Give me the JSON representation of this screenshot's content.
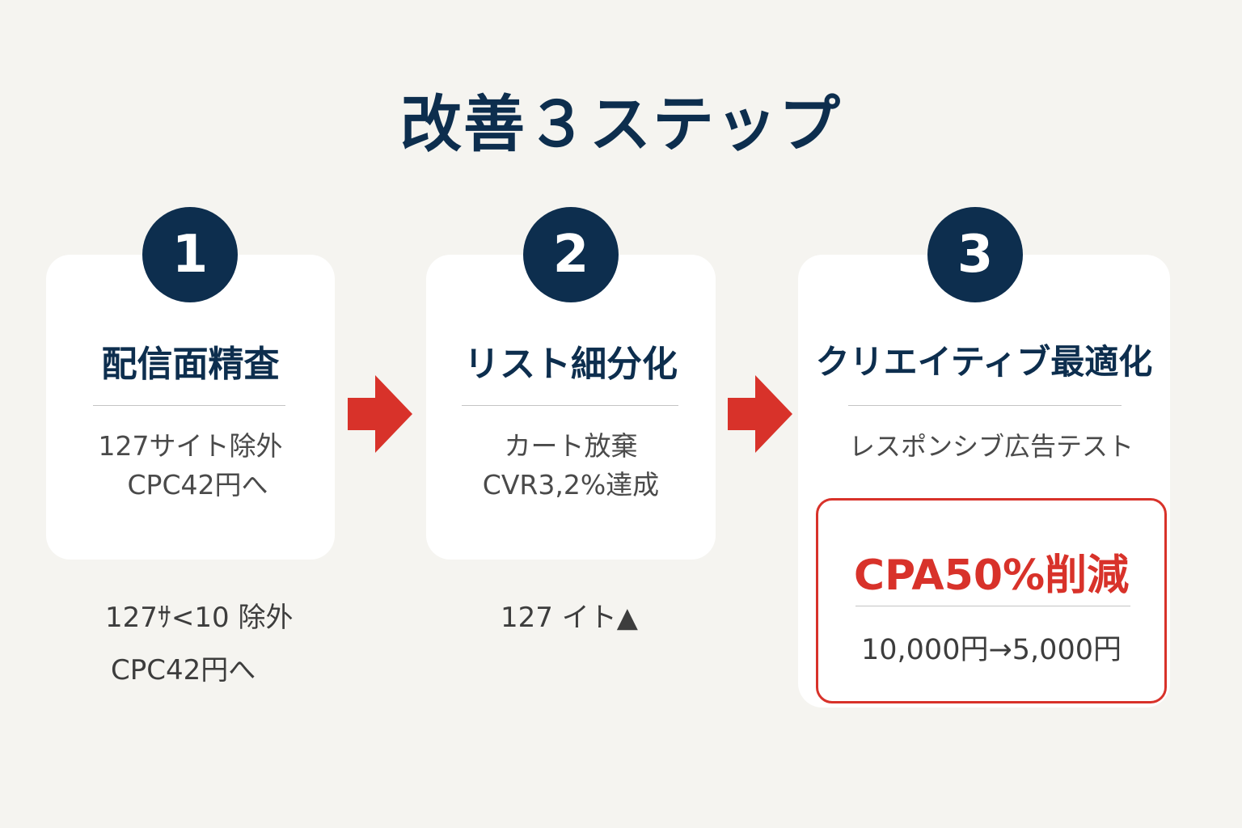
{
  "title": "改善３ステップ",
  "steps": [
    {
      "number": "1",
      "title": "配信面精査",
      "desc_lines": [
        "127サイト除外",
        "CPC42円へ"
      ],
      "below_lines": [
        "127ｻ<10 除外",
        "CPC42円へ"
      ]
    },
    {
      "number": "2",
      "title": "リスト細分化",
      "desc_lines": [
        "カート放棄",
        "CVR3,2%達成"
      ],
      "below_lines": [
        "127 イト▲"
      ]
    },
    {
      "number": "3",
      "title": "クリエイティブ最適化",
      "desc_lines": [
        "レスポンシブ広告テスト"
      ],
      "result": {
        "title": "CPA50%削減",
        "value": "10,000円→5,000円"
      }
    }
  ],
  "colors": {
    "navy": "#0d2e4e",
    "accent_red": "#d8322a",
    "background": "#f5f4f0"
  },
  "icons": {
    "flow_arrow": "right-arrow-icon"
  }
}
